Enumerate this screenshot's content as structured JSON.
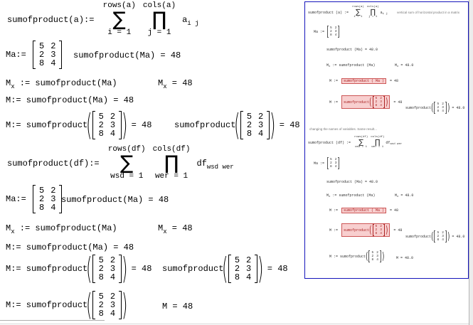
{
  "glyphs": {
    "sum": "∑",
    "prod": "∏",
    "lparen": "(",
    "rparen": ")"
  },
  "matrix": {
    "rows": [
      [
        "5",
        "2"
      ],
      [
        "2",
        "3"
      ],
      [
        "8",
        "4"
      ]
    ]
  },
  "main": {
    "def_a": {
      "lhs": "sumofproduct(a):= ",
      "sum_top": "rows(a)",
      "sum_bot": "i = 1",
      "prod_top": "cols(a)",
      "prod_bot": "j = 1",
      "operand": "a",
      "operand_sub": "i j"
    },
    "def_df": {
      "lhs": "sumofproduct(df):= ",
      "sum_top": "rows(df)",
      "sum_bot": "wsd = 1",
      "prod_top": "cols(df)",
      "prod_bot": "wer = 1",
      "operand": "df",
      "operand_sub": "wsd wer"
    },
    "ma_label": "Ma:= ",
    "sop_ma_result": "sumofproduct(Ma) = 48",
    "m_base": "M",
    "m_sub": "x",
    "mx_assign_rest": " := sumofproduct(Ma)",
    "mx_result_rest": " = 48",
    "m_assign_ma_result": "M:= sumofproduct(Ma) = 48",
    "m_assign_prefix": "M:= sumofproduct",
    "sop_prefix": "sumofproduct",
    "eq_48": " = 48",
    "m_result": "M = 48"
  },
  "panel": {
    "def_a_lhs": "sumofproduct (a) := ",
    "def_df_lhs": "sumofproduct (df) := ",
    "note1": "vertical sum of horizontal product in a matrix",
    "note2": "changing the names of variables. Same result...",
    "ma_label": "Ma := ",
    "sop_ma_result": "sumofproduct (Ma) = 48.0",
    "mx_assign_rest": " := sumofproduct (Ma)",
    "mx_result_rest": " = 48.0",
    "m_prefix": "M := ",
    "sop_ma_text": "sumofproduct ( Ma )",
    "eq_48": " = 48",
    "sop_prefix": "sumofproduct",
    "eq_48_0": " = 48.0",
    "m_sop_prefix": "M := sumofproduct",
    "m_result": "M = 48.0"
  }
}
